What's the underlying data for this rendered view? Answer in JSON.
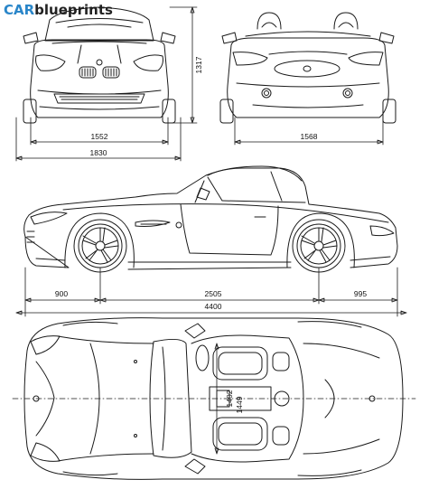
{
  "logo": {
    "brand_part1": "CAR",
    "brand_part2": "blueprints"
  },
  "dimensions": {
    "front_track": "1552",
    "width": "1830",
    "height": "1317",
    "rear_track": "1568",
    "front_overhang": "900",
    "wheelbase": "2505",
    "rear_overhang": "995",
    "length": "4400",
    "interior_dim_a": "1402",
    "interior_dim_b": "1449"
  }
}
